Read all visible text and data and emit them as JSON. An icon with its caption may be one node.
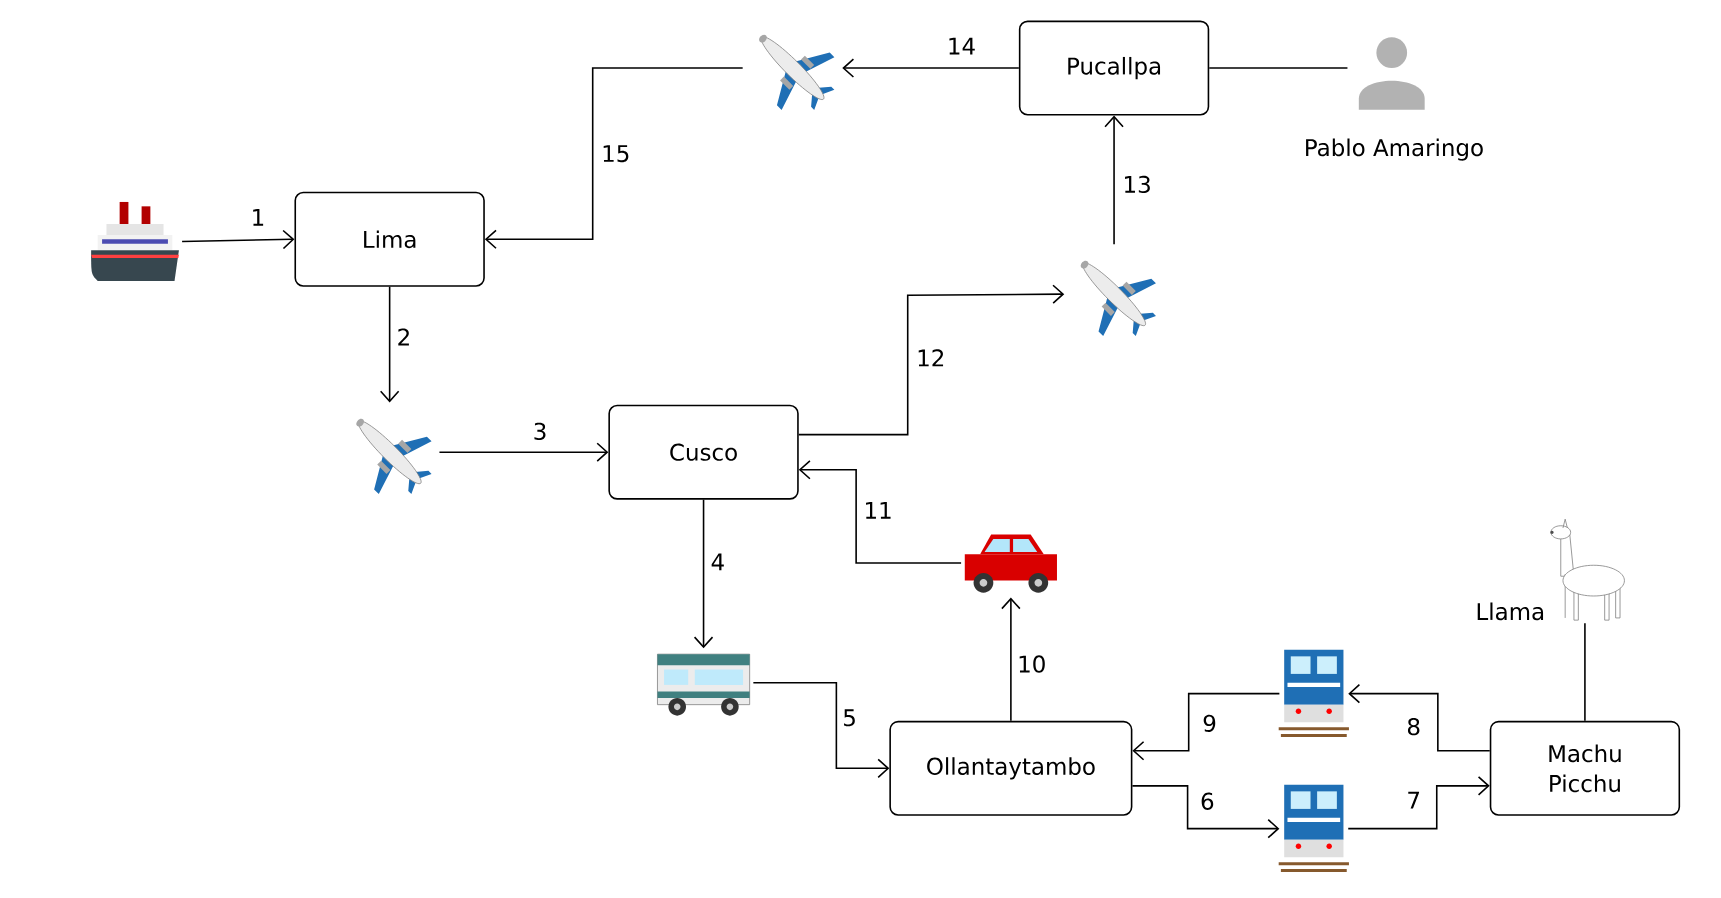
{
  "diagram": {
    "nodes": [
      {
        "text": [],
        "shape": "picture"
      },
      {
        "text": [
          "Lima"
        ]
      },
      {
        "text": [],
        "shape": "picture"
      },
      {
        "text": [
          "Cusco"
        ]
      },
      {
        "text": [],
        "shape": "picture"
      },
      {
        "text": [
          "Ollantaytambo"
        ]
      },
      {
        "text": [],
        "shape": "picture"
      },
      {
        "text": [],
        "shape": "picture"
      },
      {
        "text": [
          "Machu Picchu"
        ]
      },
      {
        "text": [],
        "shape": "picture"
      },
      {
        "text": [],
        "shape": "picture"
      },
      {
        "text": [
          "Pucallpa"
        ]
      },
      {
        "text": [],
        "shape": "picture"
      },
      {
        "text": [],
        "shape": "person",
        "beside": [
          "Pablo Amaringo"
        ]
      },
      {
        "text": [],
        "shape": "picture",
        "beside": [
          "Llama"
        ]
      }
    ],
    "edges": [
      {
        "from": 0,
        "to": 1,
        "arrow": "to",
        "label": "1"
      },
      {
        "from": 1,
        "to": 2,
        "arrow": "to",
        "label": "2"
      },
      {
        "from": 2,
        "to": 3,
        "arrow": "to",
        "label": "3"
      },
      {
        "from": 3,
        "to": 4,
        "arrow": "to",
        "label": "4"
      },
      {
        "from": 4,
        "to": 5,
        "arrow": "to",
        "label": "5"
      },
      {
        "from": 5,
        "to": 6,
        "arrow": "to",
        "label": "6"
      },
      {
        "from": 6,
        "to": 8,
        "arrow": "to",
        "label": "7"
      },
      {
        "from": 8,
        "to": 7,
        "arrow": "to",
        "label": "8"
      },
      {
        "from": 7,
        "to": 5,
        "arrow": "to",
        "label": "9"
      },
      {
        "from": 5,
        "to": 9,
        "arrow": "to",
        "label": "10"
      },
      {
        "from": 9,
        "to": 3,
        "arrow": "to",
        "label": "11"
      },
      {
        "from": 3,
        "to": 10,
        "arrow": "to",
        "label": "12"
      },
      {
        "from": 10,
        "to": 11,
        "arrow": "to",
        "label": "13"
      },
      {
        "from": 11,
        "to": 12,
        "arrow": "to",
        "label": "14"
      },
      {
        "from": 12,
        "to": 1,
        "arrow": "to",
        "label": "15"
      },
      {
        "from": 11,
        "to": 13,
        "arrow": "none"
      },
      {
        "from": 8,
        "to": 14,
        "arrow": "none"
      }
    ]
  }
}
